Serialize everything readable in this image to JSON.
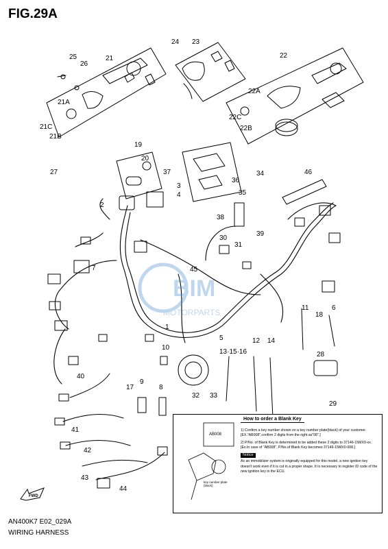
{
  "figure": {
    "title": "FIG.29A",
    "code": "AN400K7 E02_029A",
    "name": "WIRING HARNESS"
  },
  "callouts": [
    "21",
    "21A",
    "21B",
    "21C",
    "25",
    "26",
    "27",
    "24",
    "23",
    "22",
    "22A",
    "22B",
    "22C",
    "19",
    "20",
    "37",
    "3",
    "4",
    "34",
    "35",
    "36",
    "46",
    "2",
    "38",
    "39",
    "30",
    "31",
    "45",
    "7",
    "1",
    "5",
    "11",
    "18",
    "6",
    "12",
    "14",
    "13·15·16",
    "10",
    "28",
    "40",
    "9",
    "17",
    "8",
    "32",
    "33",
    "29",
    "41",
    "42",
    "43",
    "44"
  ],
  "watermark": "MOTORPARTS",
  "fwd_label": "FWD",
  "note": {
    "heading": "How to order a Blank Key",
    "step1": "1) Confirm a key number shown on a key number plate(black) of your customer. [EX.\"AB008\",confirm 2 digits from the right as\"08\".]",
    "step2": "2) P/No. of Blank Key is determined to be added these 2 digits to 37146-15MX0-xx. [Ex.In case of \"AB008\", P/No.of Blank Key becomes 37146-15MX0-008.]",
    "plate_text": "AB008",
    "plate_label": "key number plate (black)",
    "notice_label": "Notice",
    "notice_text": "As an immobilizer system is originally equipped for this model, a new ignition key doesn't work even if it is cut in a proper shape. It is necessary to register ID code of the new ignition key in the ECU."
  }
}
